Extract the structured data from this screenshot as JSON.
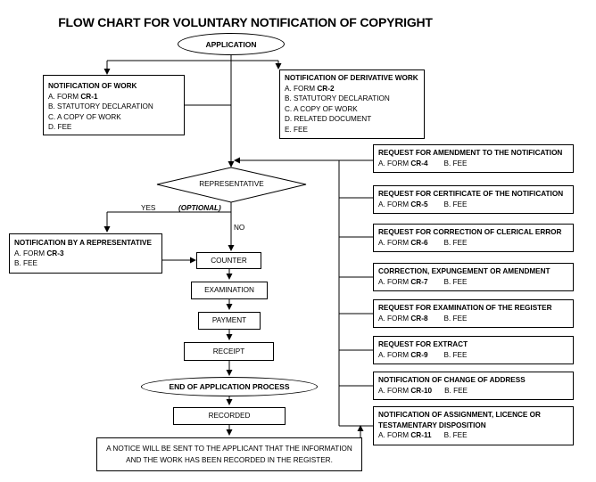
{
  "title": "FLOW CHART FOR VOLUNTARY NOTIFICATION OF COPYRIGHT",
  "application": "APPLICATION",
  "notification_of_work": {
    "heading": "NOTIFICATION OF WORK",
    "items": [
      {
        "prefix": "A. FORM ",
        "bold": "CR-1"
      },
      {
        "prefix": "B. STATUTORY DECLARATION",
        "bold": ""
      },
      {
        "prefix": "C.  A COPY OF WORK",
        "bold": ""
      },
      {
        "prefix": "D. FEE",
        "bold": ""
      }
    ]
  },
  "notification_of_derivative_work": {
    "heading": "NOTIFICATION OF DERIVATIVE WORK",
    "items": [
      {
        "prefix": "A. FORM ",
        "bold": "CR-2"
      },
      {
        "prefix": "B. STATUTORY DECLARATION",
        "bold": ""
      },
      {
        "prefix": "C. A COPY OF WORK",
        "bold": ""
      },
      {
        "prefix": "D. RELATED DOCUMENT",
        "bold": ""
      },
      {
        "prefix": "E. FEE",
        "bold": ""
      }
    ]
  },
  "representative": "REPRESENTATIVE",
  "yes": "YES",
  "optional": "(OPTIONAL)",
  "no": "NO",
  "notification_by_representative": {
    "heading": "NOTIFICATION BY A REPRESENTATIVE",
    "items": [
      {
        "prefix": "A. FORM ",
        "bold": "CR-3"
      },
      {
        "prefix": "B. FEE",
        "bold": ""
      }
    ]
  },
  "steps": [
    "COUNTER",
    "EXAMINATION",
    "PAYMENT",
    "RECEIPT"
  ],
  "end_process": "END OF APPLICATION PROCESS",
  "recorded": "RECORDED",
  "notice": [
    "A NOTICE WILL BE SENT TO THE APPLICANT THAT THE INFORMATION",
    "AND THE WORK HAS BEEN RECORDED IN THE REGISTER."
  ],
  "requests": [
    {
      "heading": [
        "REQUEST FOR AMENDMENT TO THE NOTIFICATION"
      ],
      "form": "CR-4",
      "fee": "B. FEE"
    },
    {
      "heading": [
        "REQUEST FOR CERTIFICATE OF THE NOTIFICATION"
      ],
      "form": "CR-5",
      "fee": "B. FEE"
    },
    {
      "heading": [
        "REQUEST FOR CORRECTION OF CLERICAL ERROR"
      ],
      "form": "CR-6",
      "fee": "B. FEE"
    },
    {
      "heading": [
        "CORRECTION, EXPUNGEMENT OR AMENDMENT"
      ],
      "form": "CR-7",
      "fee": "B. FEE"
    },
    {
      "heading": [
        "REQUEST FOR EXAMINATION OF THE REGISTER"
      ],
      "form": "CR-8",
      "fee": "B. FEE"
    },
    {
      "heading": [
        "REQUEST FOR EXTRACT"
      ],
      "form": "CR-9",
      "fee": "B. FEE"
    },
    {
      "heading": [
        "NOTIFICATION OF CHANGE OF ADDRESS"
      ],
      "form": "CR-10",
      "fee": "B. FEE"
    },
    {
      "heading": [
        "NOTIFICATION OF ASSIGNMENT, LICENCE OR",
        "TESTAMENTARY DISPOSITION"
      ],
      "form": "CR-11",
      "fee": "B. FEE"
    }
  ],
  "form_prefix": "A. FORM "
}
